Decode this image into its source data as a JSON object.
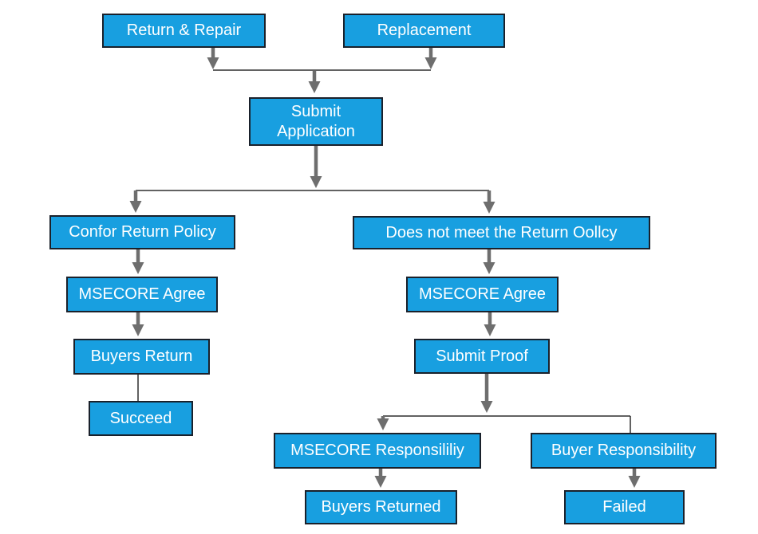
{
  "diagram": {
    "type": "flowchart",
    "nodes": {
      "return_repair": {
        "label": "Return & Repair"
      },
      "replacement": {
        "label": "Replacement"
      },
      "submit_application": {
        "label": "Submit Application"
      },
      "confor_return_policy": {
        "label": "Confor Return Policy"
      },
      "does_not_meet": {
        "label": "Does not meet the Return Oollcy"
      },
      "msecore_agree_left": {
        "label": "MSECORE Agree"
      },
      "msecore_agree_right": {
        "label": "MSECORE Agree"
      },
      "buyers_return": {
        "label": "Buyers Return"
      },
      "submit_proof": {
        "label": "Submit Proof"
      },
      "succeed": {
        "label": "Succeed"
      },
      "msecore_responsibility": {
        "label": "MSECORE Responsililiy"
      },
      "buyer_responsibility": {
        "label": "Buyer Responsibility"
      },
      "buyers_returned": {
        "label": "Buyers Returned"
      },
      "failed": {
        "label": "Failed"
      }
    },
    "edges": [
      {
        "from": "return_repair",
        "to": "submit_application",
        "arrow": true
      },
      {
        "from": "replacement",
        "to": "submit_application",
        "arrow": true
      },
      {
        "from": "submit_application",
        "to": "confor_return_policy",
        "arrow": true
      },
      {
        "from": "submit_application",
        "to": "does_not_meet",
        "arrow": true
      },
      {
        "from": "confor_return_policy",
        "to": "msecore_agree_left",
        "arrow": true
      },
      {
        "from": "msecore_agree_left",
        "to": "buyers_return",
        "arrow": true
      },
      {
        "from": "buyers_return",
        "to": "succeed",
        "arrow": false
      },
      {
        "from": "does_not_meet",
        "to": "msecore_agree_right",
        "arrow": true
      },
      {
        "from": "msecore_agree_right",
        "to": "submit_proof",
        "arrow": true
      },
      {
        "from": "submit_proof",
        "to": "msecore_responsibility",
        "arrow": true
      },
      {
        "from": "submit_proof",
        "to": "buyer_responsibility",
        "arrow": false
      },
      {
        "from": "msecore_responsibility",
        "to": "buyers_returned",
        "arrow": true
      },
      {
        "from": "buyer_responsibility",
        "to": "failed",
        "arrow": true
      }
    ]
  },
  "colors": {
    "background": "#ffffff",
    "node_fill": "#189fe0",
    "node_border": "#1a212b",
    "node_text": "#ffffff",
    "arrow": "#6e6e6e",
    "line": "#2e2e2e"
  }
}
